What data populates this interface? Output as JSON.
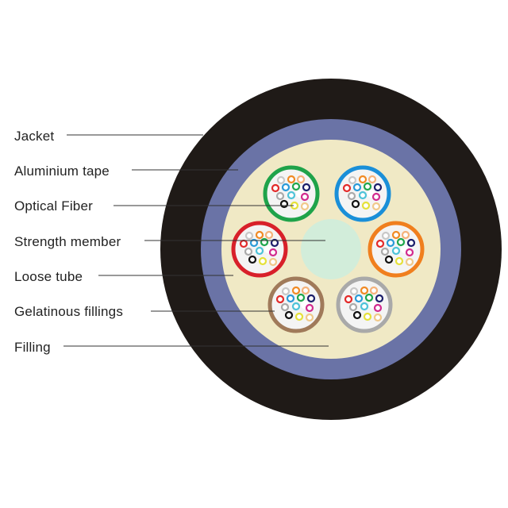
{
  "labels": [
    {
      "key": "jacket",
      "text": "Jacket"
    },
    {
      "key": "aluminium-tape",
      "text": "Aluminium tape"
    },
    {
      "key": "optical-fiber",
      "text": "Optical Fiber"
    },
    {
      "key": "strength-member",
      "text": "Strength member"
    },
    {
      "key": "loose-tube",
      "text": "Loose tube"
    },
    {
      "key": "gelatinous-fillings",
      "text": "Gelatinous fillings"
    },
    {
      "key": "filling",
      "text": "Filling"
    }
  ],
  "colors": {
    "jacket": "#1f1a17",
    "aluminium_tape": "#6a73a6",
    "filling": "#f0e9c5",
    "strength_member": "#d2edda",
    "gel": "#f4f4f4",
    "tube_colors": [
      "#1fa34a",
      "#1a8fd8",
      "#d8202a",
      "#f07f1e",
      "#a07a5a",
      "#a9a9a9"
    ],
    "fiber_colors": [
      "#c8c8c8",
      "#f08a24",
      "#f4b27a",
      "#e32a2a",
      "#2a9ad8",
      "#1ea64b",
      "#1a1d6a",
      "#aaaaaa",
      "#4ec3d8",
      "#ffffff",
      "#d22a8e",
      "#111111",
      "#e5e13a",
      "#f0c98a"
    ]
  }
}
